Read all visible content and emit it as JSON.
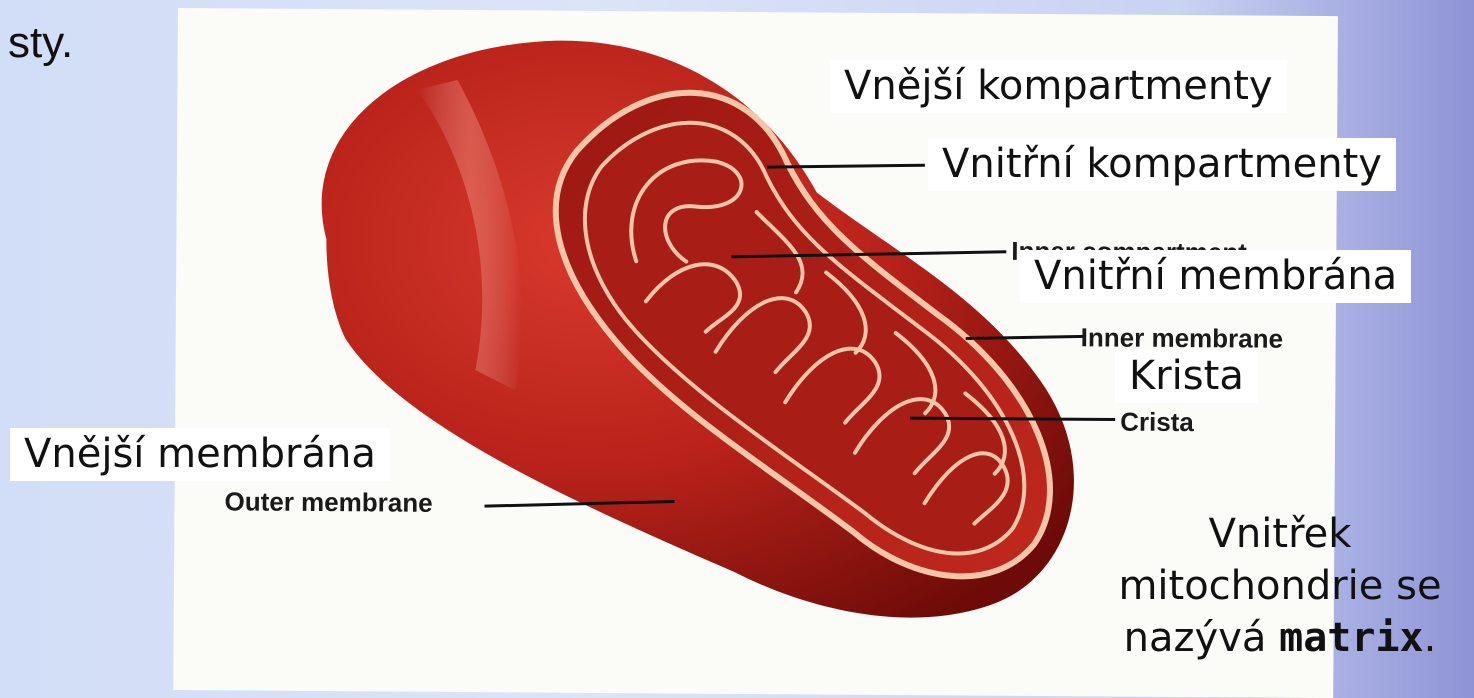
{
  "slide_fragment": "sty.",
  "labels_cz": {
    "outer_compartments": "Vnější kompartmenty",
    "inner_compartments": "Vnitřní kompartmenty",
    "inner_membrane": "Vnitřní membrána",
    "crista": "Krista",
    "outer_membrane": "Vnější membrána"
  },
  "labels_en": {
    "inner_compartment": "Inner compartment",
    "inner_membrane": "Inner membrane",
    "crista": "Crista",
    "outer_membrane": "Outer membrane"
  },
  "note": {
    "line1": "Vnitřek",
    "line2": "mitochondrie se",
    "line3_prefix": "nazývá ",
    "line3_bold": "matrix",
    "line3_suffix": "."
  },
  "colors": {
    "membrane_red": "#b8221a",
    "dark_red": "#7a0e0a",
    "membrane_outline": "#f3c6a8",
    "background": "#d2ddf7"
  }
}
